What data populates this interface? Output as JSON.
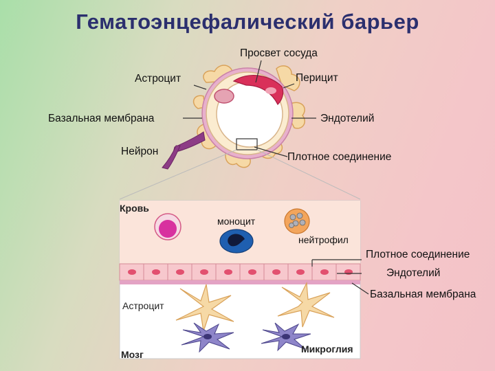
{
  "title": "Гематоэнцефалический барьер",
  "top_labels": {
    "lumen": "Просвет сосуда",
    "astrocyte": "Астроцит",
    "pericyte": "Перицит",
    "basal_membrane": "Базальная мембрана",
    "endothelium": "Эндотелий",
    "neuron": "Нейрон",
    "tight_junction": "Плотное соединение"
  },
  "bottom_labels": {
    "blood": "Кровь",
    "monocyte": "моноцит",
    "neutrophil": "нейтрофил",
    "tight_junction": "Плотное соединение",
    "endothelium": "Эндотелий",
    "basal_membrane": "Базальная мембрана",
    "astrocyte": "Астроцит",
    "brain": "Мозг",
    "microglia": "Микроглия"
  },
  "colors": {
    "title": "#2b2f6e",
    "vessel_wall": "#f9e6c4",
    "astrocyte": "#f6d9a6",
    "pericyte": "#d9305a",
    "basal_membrane": "#e3a3c4",
    "neuron": "#8d3c86",
    "blood_area": "#fbe4da",
    "endothelial_cell": "#f7c8cd",
    "nucleus": "#e2506f",
    "monocyte": "#1f5fb0",
    "microglia": "#8e85c9"
  }
}
